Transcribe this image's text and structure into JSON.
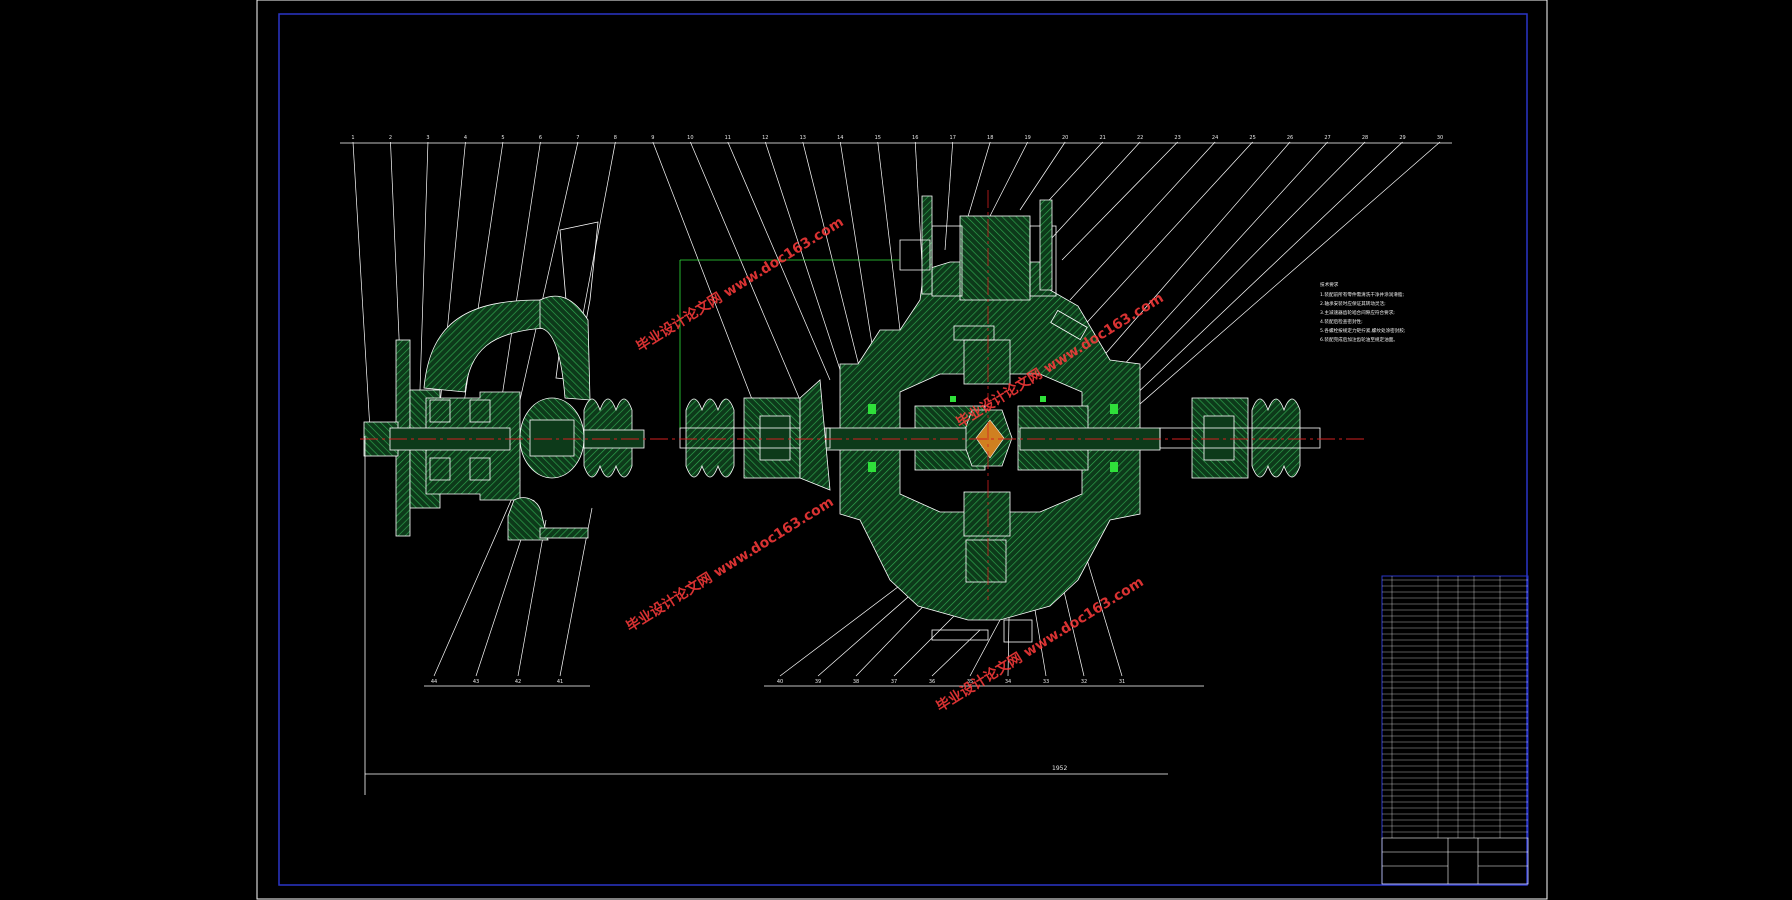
{
  "drawing": {
    "top_labels": [
      "1",
      "2",
      "3",
      "4",
      "5",
      "6",
      "7",
      "8",
      "9",
      "10",
      "11",
      "12",
      "13",
      "14",
      "15",
      "16",
      "17",
      "18",
      "19",
      "20",
      "21",
      "22",
      "23",
      "24",
      "25",
      "26",
      "27",
      "28",
      "29",
      "30"
    ],
    "bottom_left_labels": [
      "44",
      "43",
      "42",
      "41"
    ],
    "bottom_center_labels": [
      "40",
      "39",
      "38",
      "37",
      "36",
      "35",
      "34",
      "33",
      "32",
      "31"
    ],
    "overall_dimension": "1952",
    "notes_title": "技术要求",
    "notes": [
      "1.装配前所有零件需清洗干净并涂润滑脂;",
      "2.轴承安装时应保证其转动灵活;",
      "3.主减速器齿轮啮合间隙应符合要求;",
      "4.装配后检查密封性;",
      "5.各螺栓按规定力矩拧紧,螺纹处涂密封胶;",
      "6.装配完成后加注齿轮油至规定油面。"
    ],
    "watermark": "毕业设计论文网 www.doc163.com"
  },
  "colors": {
    "frame": "#2a36c8",
    "line": "#ffffff",
    "part": "#1f7a3a",
    "centerline": "#d02020",
    "seal": "#2fe03a",
    "leader": "#ffffff"
  }
}
